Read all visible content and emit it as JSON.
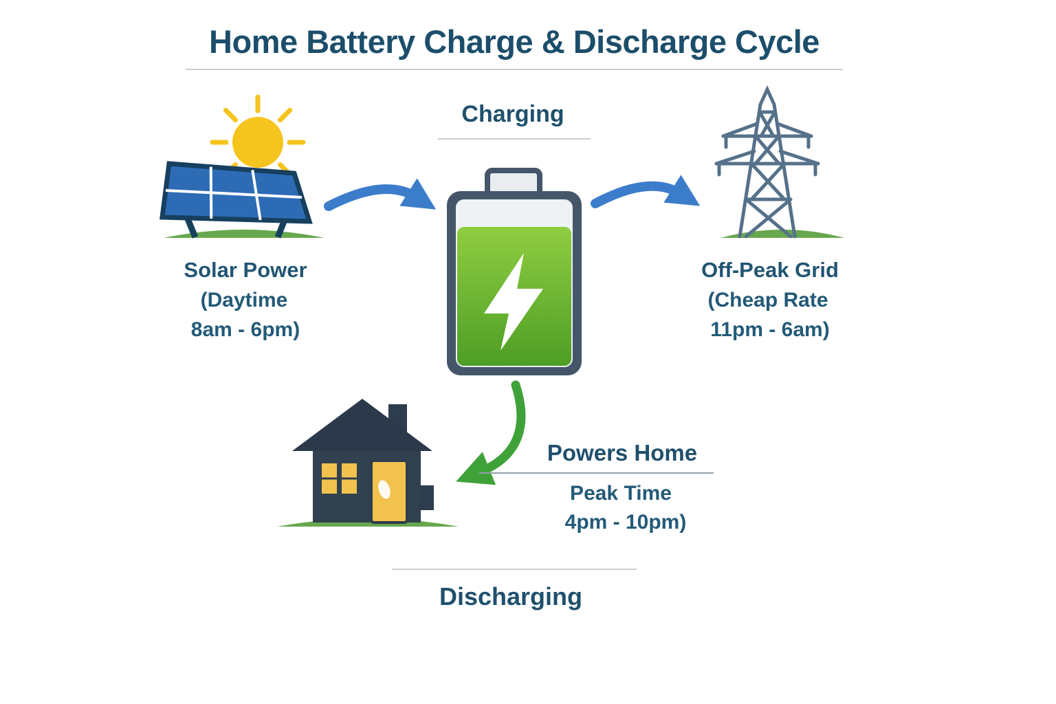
{
  "title": "Home Battery Charge & Discharge Cycle",
  "charging": {
    "label": "Charging"
  },
  "discharging": {
    "label": "Discharging"
  },
  "solar": {
    "name": "Solar Power",
    "line2": "(Daytime",
    "line3": "8am - 6pm)"
  },
  "grid": {
    "name": "Off-Peak Grid",
    "line2": "(Cheap Rate",
    "line3": "11pm - 6am)"
  },
  "home": {
    "name": "Powers Home",
    "line2": "Peak Time",
    "line3": "4pm - 10pm)"
  },
  "icons": {
    "sun": "sun-icon",
    "solar_panel": "solar-panel-icon",
    "battery": "battery-icon",
    "lightning_bolt": "lightning-bolt-icon",
    "transmission_tower": "transmission-tower-icon",
    "house": "house-icon",
    "arrow_solar_to_battery": "solar-to-battery-arrow",
    "arrow_battery_to_grid": "battery-to-grid-arrow",
    "arrow_battery_to_home": "battery-to-home-arrow"
  },
  "colors": {
    "title_text": "#1c4e6b",
    "body_text": "#215572",
    "arrow_blue": "#3c7dcb",
    "arrow_green": "#3fa239",
    "battery_green_top": "#8fcd41",
    "battery_green_bottom": "#4e9e26",
    "battery_case": "#45566a",
    "sun_yellow": "#f5c41d",
    "panel_blue": "#2d6cb5",
    "grass_green": "#68a74e",
    "tower_gray": "#56718a",
    "house_navy": "#2e3d4e",
    "window_yellow": "#f2c24e"
  }
}
